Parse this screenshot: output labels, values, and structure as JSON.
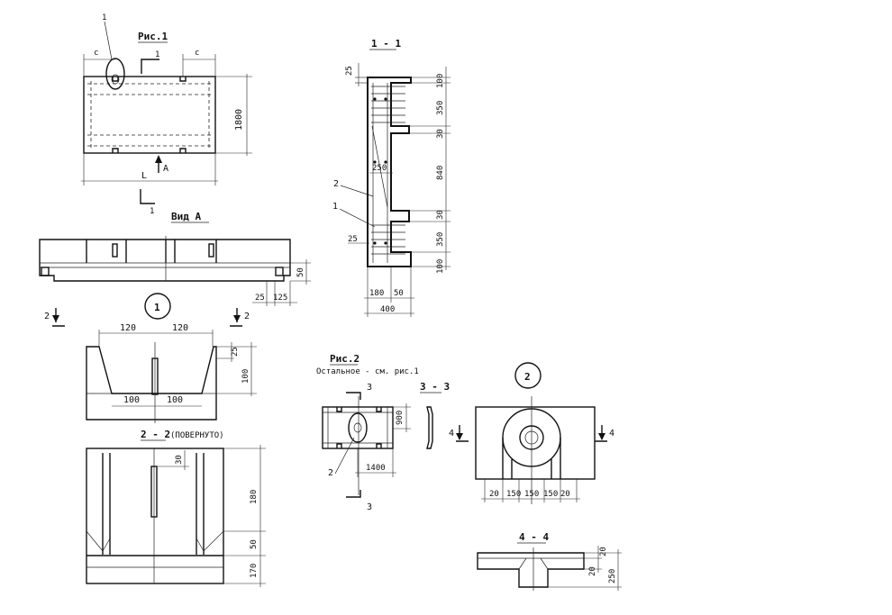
{
  "labels": {
    "fig1": "Рис.1",
    "leader_1": "1",
    "dim_c_left": "c",
    "dim_c_right": "c",
    "section_mark_1_top": "1",
    "section_mark_1_bottom": "1",
    "dim_1800": "1800",
    "dim_L": "L",
    "arrow_A": "A",
    "vid_A": "Вид А",
    "dim_50_side": "50",
    "dim_25_bottom": "25",
    "dim_125_bottom": "125",
    "section_2_left": "2",
    "section_2_right": "2",
    "node_1": "1",
    "dim_120_left": "120",
    "dim_120_right": "120",
    "dim_25_node": "25",
    "dim_100_node": "100",
    "dim_100_left": "100",
    "dim_100_right": "100",
    "section_22": "2 - 2",
    "section_22_note": "(ПОВЕРНУТО)",
    "dim_30_22": "30",
    "dim_180_22": "180",
    "dim_50_22": "50",
    "dim_170_22": "170",
    "section_11": "1 - 1",
    "dim_25_11": "25",
    "dim_100_11_top": "100",
    "dim_350_11_top": "350",
    "dim_30_11_a": "30",
    "dim_840_11": "840",
    "dim_30_11_b": "30",
    "dim_350_11_bottom": "350",
    "dim_100_11_bottom": "100",
    "dim_250_11": "250",
    "leader_11_2": "2",
    "leader_11_1": "1",
    "dim_25_11_lower": "25",
    "dim_180_11": "180",
    "dim_50_11": "50",
    "dim_400_11": "400",
    "fig2": "Рис.2",
    "fig2_note": "Остальное - см. рис.1",
    "section_3_top": "3",
    "section_3_bottom": "3",
    "section_33": "3 - 3",
    "dim_900": "900",
    "dim_1400": "1400",
    "leader_fig2_2": "2",
    "node_2": "2",
    "section_4_left": "4",
    "section_4_right": "4",
    "dim_20_a": "20",
    "dim_150_a": "150",
    "dim_150_b": "150",
    "dim_150_c": "150",
    "dim_20_b": "20",
    "section_44": "4 - 4",
    "dim_20_44_a": "20",
    "dim_20_44_b": "20",
    "dim_250_44": "250"
  }
}
